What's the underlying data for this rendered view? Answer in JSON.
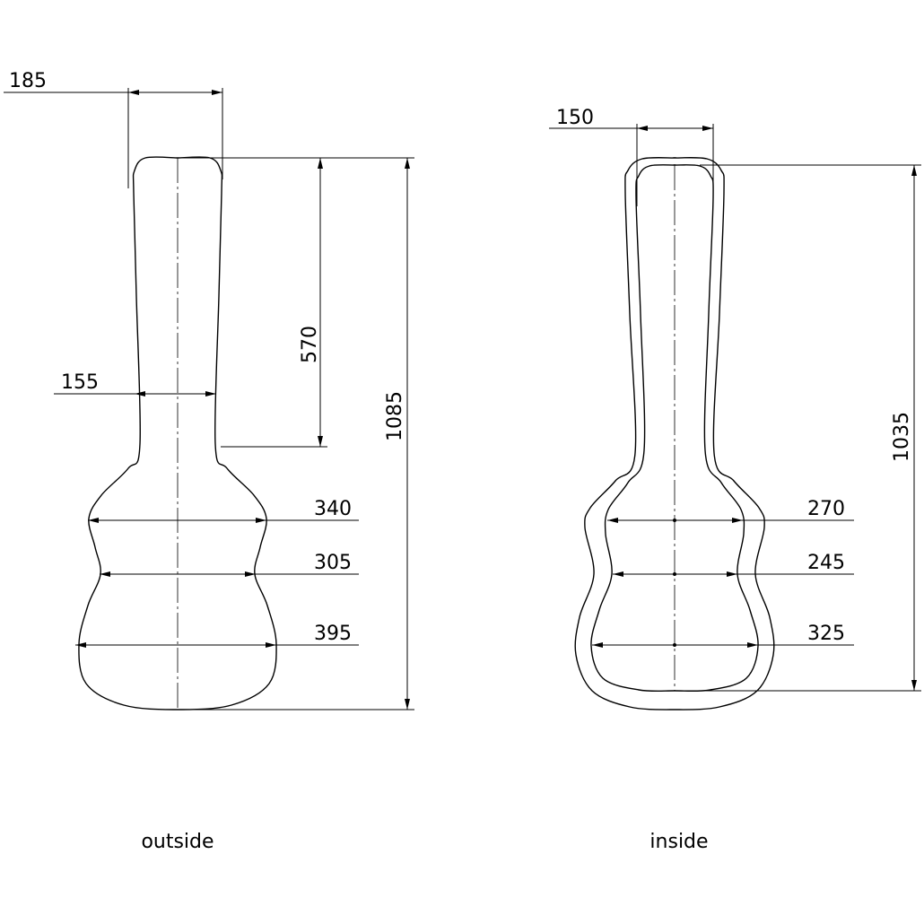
{
  "outside": {
    "label": "outside",
    "dims": {
      "top_width": "185",
      "neck_width": "155",
      "neck_length": "570",
      "total_length": "1085",
      "upper_bout": "340",
      "waist": "305",
      "lower_bout": "395"
    }
  },
  "inside": {
    "label": "inside",
    "dims": {
      "top_width": "150",
      "total_length": "1035",
      "upper_bout": "270",
      "waist": "245",
      "lower_bout": "325"
    }
  }
}
